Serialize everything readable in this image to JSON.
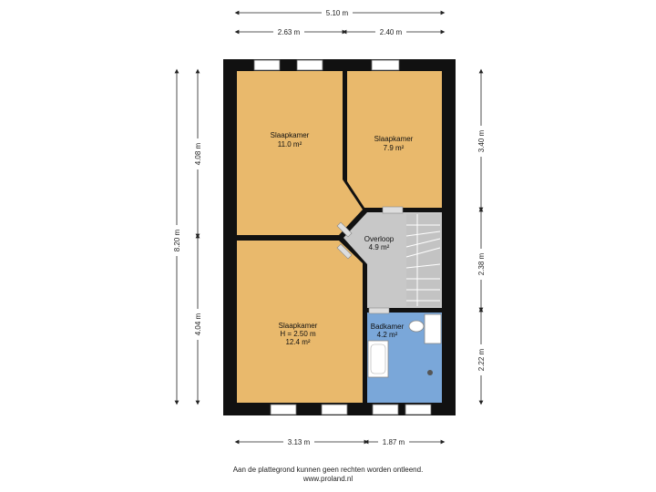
{
  "dimensions": {
    "top_total": "5.10 m",
    "top_left": "2.63 m",
    "top_right": "2.40 m",
    "left_total": "8.20 m",
    "left_upper": "4.08 m",
    "left_lower": "4.04 m",
    "right_upper": "3.40 m",
    "right_middle": "2.38 m",
    "right_lower": "2.22 m",
    "bottom_left": "3.13 m",
    "bottom_right": "1.87 m"
  },
  "rooms": {
    "bedroom_top_left": {
      "name": "Slaapkamer",
      "area": "11.0 m²"
    },
    "bedroom_top_right": {
      "name": "Slaapkamer",
      "area": "7.9 m²"
    },
    "landing": {
      "name": "Overloop",
      "area": "4.9 m²"
    },
    "bedroom_bottom": {
      "name": "Slaapkamer",
      "height": "H = 2.50 m",
      "area": "12.4 m²"
    },
    "bathroom": {
      "name": "Badkamer",
      "area": "4.2 m²"
    }
  },
  "footer": {
    "disclaimer": "Aan de plattegrond kunnen geen rechten worden ontleend.",
    "website": "www.proland.nl"
  },
  "colors": {
    "room_fill": "#e9b96c",
    "landing_fill": "#c8c8c8",
    "bathroom_fill": "#7aa7d9",
    "wall": "#111111"
  }
}
